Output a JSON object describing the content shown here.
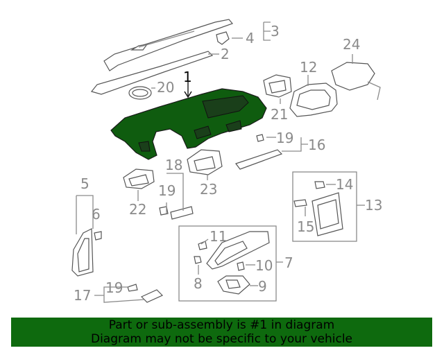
{
  "callouts": {
    "c1": "1",
    "c2": "2",
    "c3": "3",
    "c4": "4",
    "c5": "5",
    "c6": "6",
    "c7": "7",
    "c8": "8",
    "c9": "9",
    "c10": "10",
    "c11": "11",
    "c12": "12",
    "c13": "13",
    "c14": "14",
    "c15": "15",
    "c16": "16",
    "c17": "17",
    "c18": "18",
    "c19a": "19",
    "c19b": "19",
    "c19c": "19",
    "c20": "20",
    "c21": "21",
    "c22": "22",
    "c23": "23",
    "c24": "24"
  },
  "banner": {
    "line1": "Part or sub-assembly is #1 in diagram",
    "line2": "Diagram may not be specific to your vehicle",
    "color": "#0e6a0e"
  },
  "highlight_color": "#0f5c0f"
}
